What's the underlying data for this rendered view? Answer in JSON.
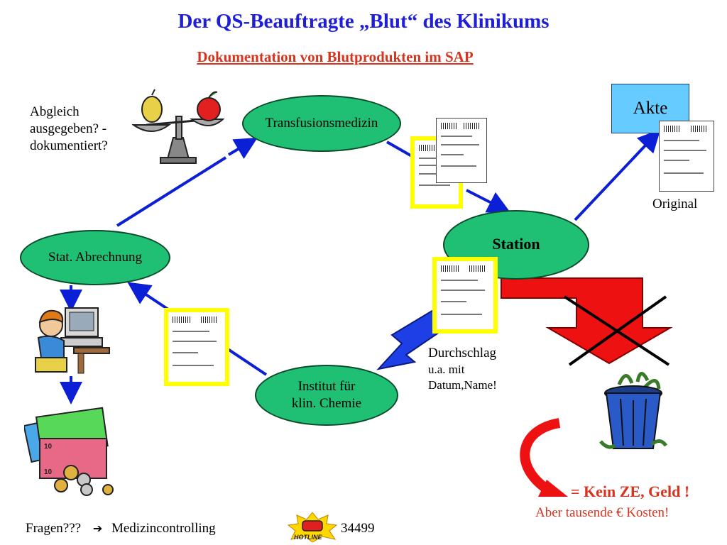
{
  "title": "Der QS-Beauftragte „Blut“ des Klinikums",
  "subtitle": "Dokumentation von Blutprodukten im SAP",
  "nodes": {
    "transfusion": "Transfusionsmedizin",
    "station": "Station",
    "institut_line1": "Institut für",
    "institut_line2": "klin. Chemie",
    "abrechnung": "Stat. Abrechnung",
    "akte": "Akte"
  },
  "labels": {
    "abgleich_line1": "Abgleich",
    "abgleich_line2": "ausgegeben? -",
    "abgleich_line3": "dokumentiert?",
    "original": "Original",
    "durchschlag_line1": "Durchschlag",
    "durchschlag_line2": "u.a. mit",
    "durchschlag_line3": "Datum,Name!",
    "result_line1": "= Kein ZE, Geld !",
    "result_line2": "Aber tausende € Kosten!"
  },
  "footer": {
    "fragen": "Fragen???",
    "arrow": "➔",
    "controlling": "Medizincontrolling",
    "hotline_badge": "HOTLINE",
    "phone": "34499"
  },
  "colors": {
    "title": "#1f1fd6",
    "subtitle": "#d6341f",
    "node": "#1fbf74",
    "arrow": "#0b1fd6",
    "akte": "#66ccff",
    "result": "#d6341f"
  },
  "icons": [
    "balance-scale-icon",
    "computer-user-icon",
    "money-icon",
    "trash-can-icon",
    "telephone-icon"
  ]
}
